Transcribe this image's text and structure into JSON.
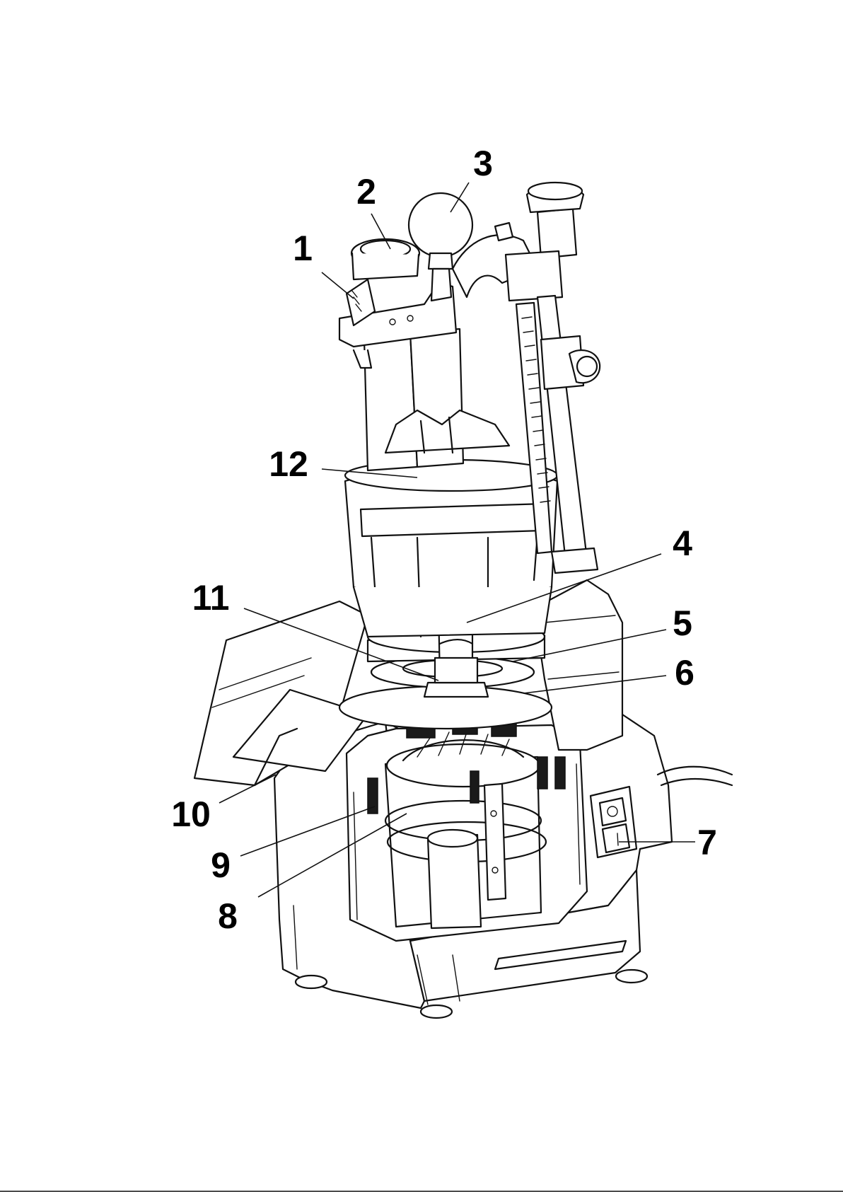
{
  "callouts": [
    {
      "id": "1",
      "text": "1"
    },
    {
      "id": "2",
      "text": "2"
    },
    {
      "id": "3",
      "text": "3"
    },
    {
      "id": "4",
      "text": "4"
    },
    {
      "id": "5",
      "text": "5"
    },
    {
      "id": "6",
      "text": "6"
    },
    {
      "id": "7",
      "text": "7"
    },
    {
      "id": "8",
      "text": "8"
    },
    {
      "id": "9",
      "text": "9"
    },
    {
      "id": "10",
      "text": "10"
    },
    {
      "id": "11",
      "text": "11"
    },
    {
      "id": "12",
      "text": "12"
    }
  ],
  "colors": {
    "ink": "#111111",
    "background": "#ffffff"
  }
}
